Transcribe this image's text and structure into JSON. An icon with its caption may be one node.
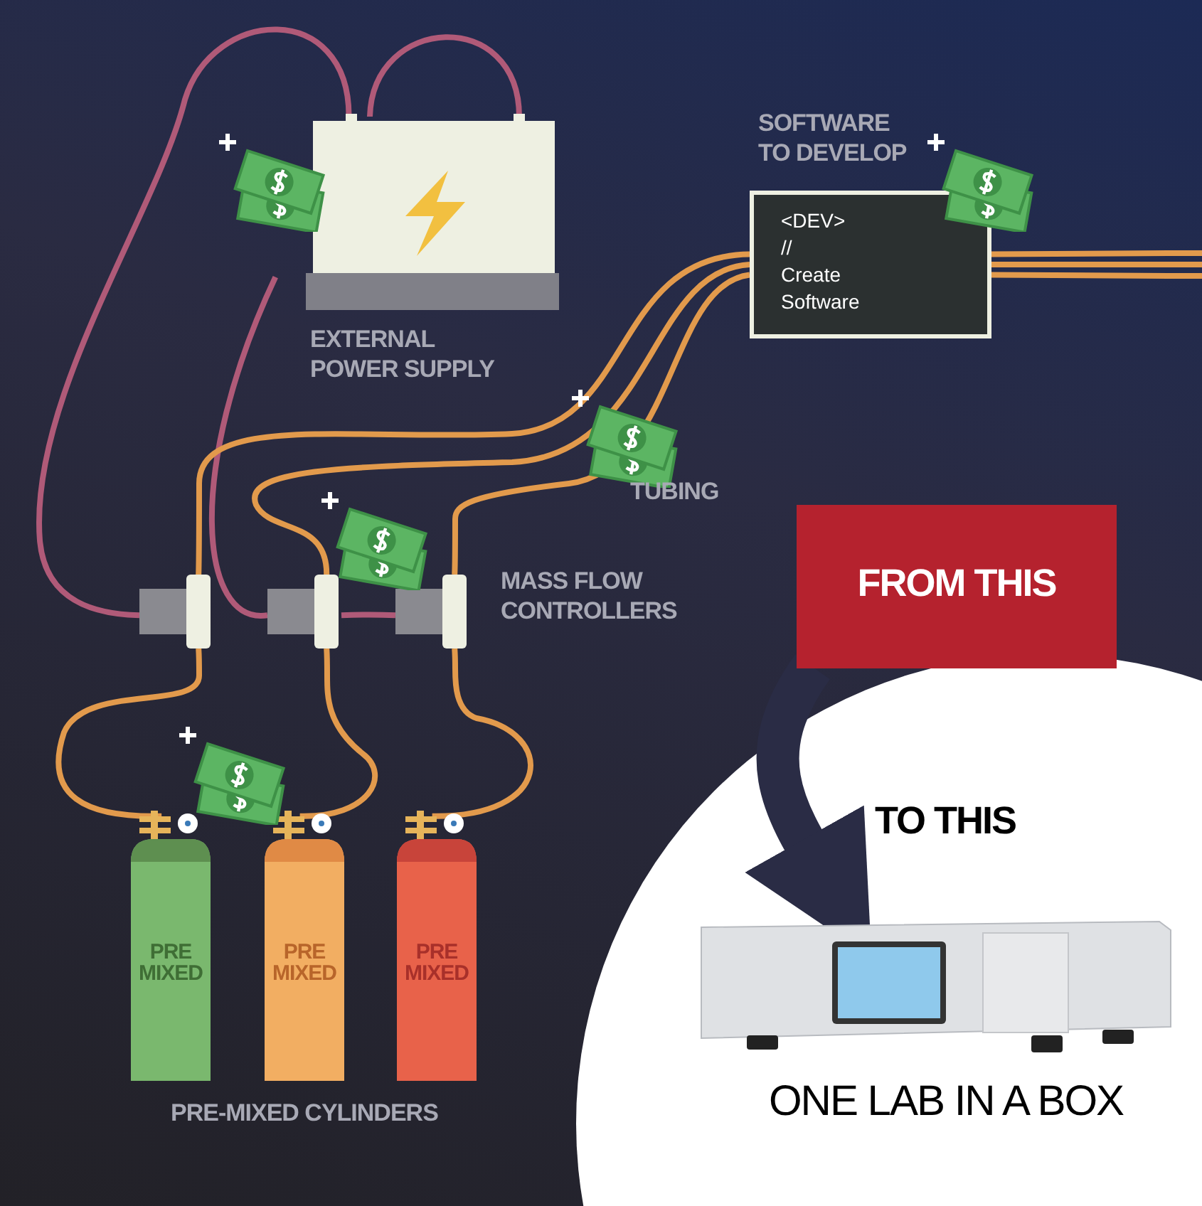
{
  "diagram": {
    "nodes": [
      {
        "text": [],
        "shape": "box",
        "beside": [
          "EXTERNAL POWER SUPPLY"
        ]
      },
      {
        "text": [
          "<DEV> // Create Software"
        ],
        "beside": [
          "SOFTWARE TO DEVELOP"
        ]
      },
      {
        "text": [
          "FROM THIS"
        ]
      },
      {
        "text": [],
        "shape": "box"
      },
      {
        "text": [],
        "shape": "box"
      },
      {
        "text": [],
        "shape": "box"
      },
      {
        "text": [
          "PRE MIXED"
        ]
      },
      {
        "text": [
          "PRE MIXED"
        ]
      },
      {
        "text": [
          "PRE MIXED"
        ]
      },
      {
        "text": [],
        "shape": "picture",
        "beside": [
          "ONE LAB IN A BOX"
        ]
      }
    ],
    "edges": [
      {
        "from": 0,
        "to": 3,
        "arrow": "none",
        "color": "#b05a78"
      },
      {
        "from": 0,
        "to": 4,
        "arrow": "none",
        "color": "#b05a78"
      },
      {
        "from": 4,
        "to": 5,
        "arrow": "none",
        "color": "#b05a78"
      },
      {
        "from": 1,
        "to": 3,
        "arrow": "none"
      },
      {
        "from": 1,
        "to": 4,
        "arrow": "none"
      },
      {
        "from": 1,
        "to": 5,
        "arrow": "none"
      },
      {
        "from": 1,
        "to": null,
        "arrow": "none"
      },
      {
        "from": 1,
        "to": null,
        "arrow": "none"
      },
      {
        "from": 1,
        "to": null,
        "arrow": "none"
      },
      {
        "from": 6,
        "to": 3,
        "arrow": "none"
      },
      {
        "from": 7,
        "to": 4,
        "arrow": "none"
      },
      {
        "from": 8,
        "to": 5,
        "arrow": "none"
      },
      {
        "from": 2,
        "to": 9,
        "arrow": "to",
        "style": "thick",
        "color": "#2a2c45"
      }
    ],
    "labels": [
      "TUBING",
      "MASS FLOW CONTROLLERS",
      "TO THIS",
      "PRE-MIXED CYLINDERS"
    ]
  }
}
